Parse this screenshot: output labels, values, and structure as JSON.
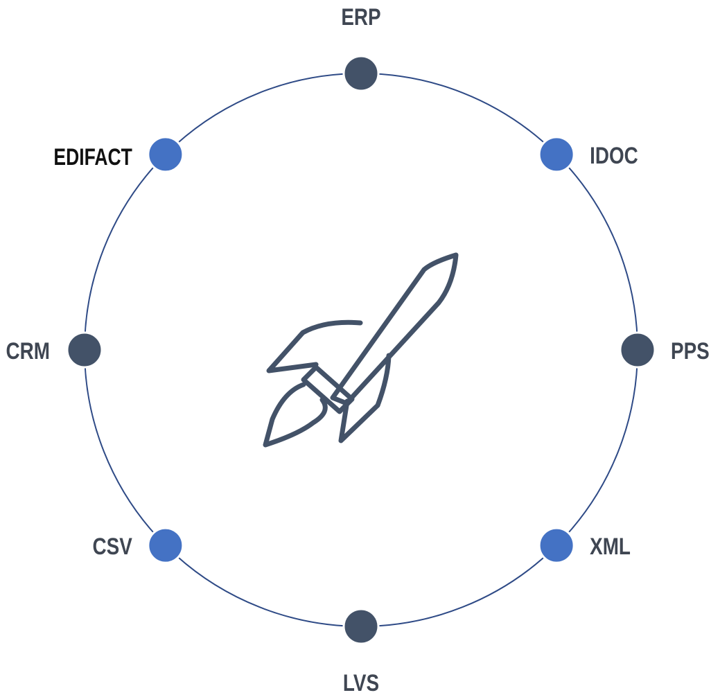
{
  "diagram": {
    "colors": {
      "ring": "#2E4A86",
      "dark_node": "#435268",
      "accent_node": "#4472C4",
      "label": "#3F4652",
      "label_emphasis": "#111111",
      "rocket": "#435268"
    },
    "center_icon": "rocket-icon",
    "nodes": [
      {
        "id": "erp",
        "label": "ERP",
        "style": "dark"
      },
      {
        "id": "idoc",
        "label": "IDOC",
        "style": "accent"
      },
      {
        "id": "pps",
        "label": "PPS",
        "style": "dark"
      },
      {
        "id": "xml",
        "label": "XML",
        "style": "accent"
      },
      {
        "id": "lvs",
        "label": "LVS",
        "style": "dark"
      },
      {
        "id": "csv",
        "label": "CSV",
        "style": "accent"
      },
      {
        "id": "crm",
        "label": "CRM",
        "style": "dark"
      },
      {
        "id": "edifact",
        "label": "EDIFACT",
        "style": "accent",
        "emphasis": true
      }
    ]
  }
}
